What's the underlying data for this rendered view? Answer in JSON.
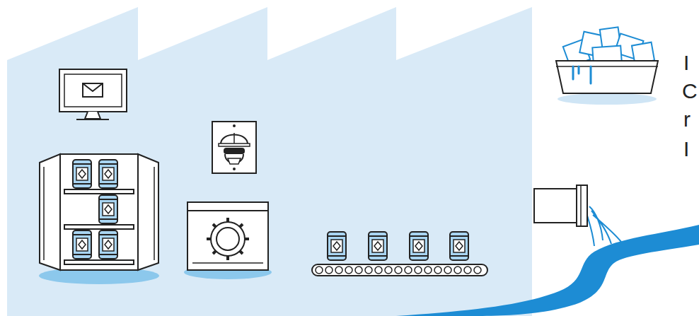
{
  "diagram": {
    "labels": [
      "I",
      "C",
      "r",
      "I"
    ]
  }
}
